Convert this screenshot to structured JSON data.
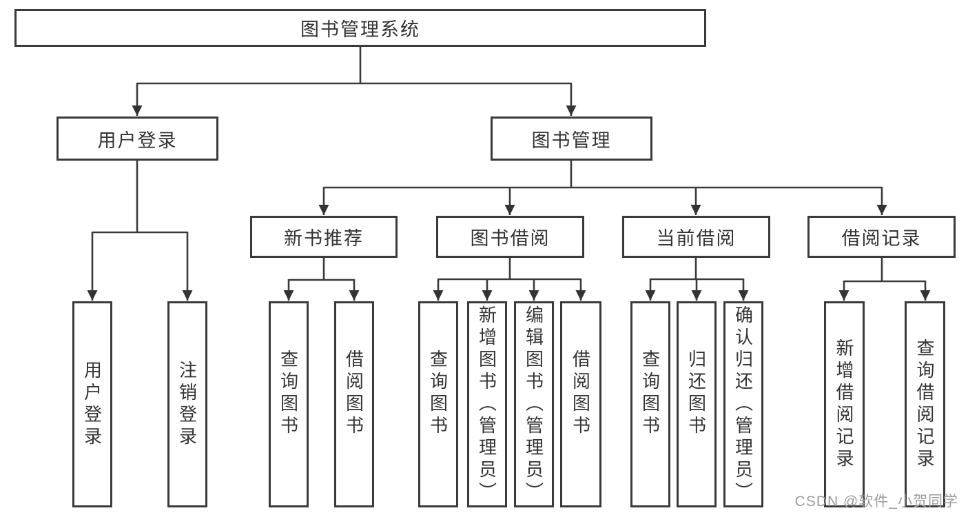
{
  "diagram": {
    "type": "hierarchy-tree",
    "title": "图书管理系统"
  },
  "colors": {
    "background": "#ffffff",
    "line": "#3a3a3a",
    "box_border": "#3a3a3a",
    "text": "#333333",
    "watermark": "#9c9c9c"
  },
  "nodes": {
    "root": {
      "label": "图书管理系统"
    },
    "user_login": {
      "label": "用户登录",
      "parent": "root"
    },
    "book_management": {
      "label": "图书管理",
      "parent": "root"
    },
    "user_login_leaf": {
      "label": "用户登录",
      "parent": "user_login"
    },
    "logout_leaf": {
      "label": "注销登录",
      "parent": "user_login"
    },
    "new_book_recommend": {
      "label": "新书推荐",
      "parent": "book_management"
    },
    "book_borrowing": {
      "label": "图书借阅",
      "parent": "book_management"
    },
    "current_borrowing": {
      "label": "当前借阅",
      "parent": "book_management"
    },
    "borrowing_records": {
      "label": "借阅记录",
      "parent": "book_management"
    },
    "recommend_query_books": {
      "label": "查询图书",
      "parent": "new_book_recommend"
    },
    "recommend_borrow_books": {
      "label": "借阅图书",
      "parent": "new_book_recommend"
    },
    "borrowing_query_books": {
      "label": "查询图书",
      "parent": "book_borrowing"
    },
    "borrowing_add_books": {
      "label": "新增图书（管理员）",
      "parent": "book_borrowing"
    },
    "borrowing_edit_books": {
      "label": "编辑图书（管理员）",
      "parent": "book_borrowing"
    },
    "borrowing_borrow_books": {
      "label": "借阅图书",
      "parent": "book_borrowing"
    },
    "current_query_books": {
      "label": "查询图书",
      "parent": "current_borrowing"
    },
    "current_return_books": {
      "label": "归还图书",
      "parent": "current_borrowing"
    },
    "current_confirm_return": {
      "label": "确认归还（管理员）",
      "parent": "current_borrowing"
    },
    "records_add_record": {
      "label": "新增借阅记录",
      "parent": "borrowing_records"
    },
    "records_query_record": {
      "label": "查询借阅记录",
      "parent": "borrowing_records"
    }
  },
  "watermark": {
    "text": "CSDN @软件_小贺同学"
  }
}
